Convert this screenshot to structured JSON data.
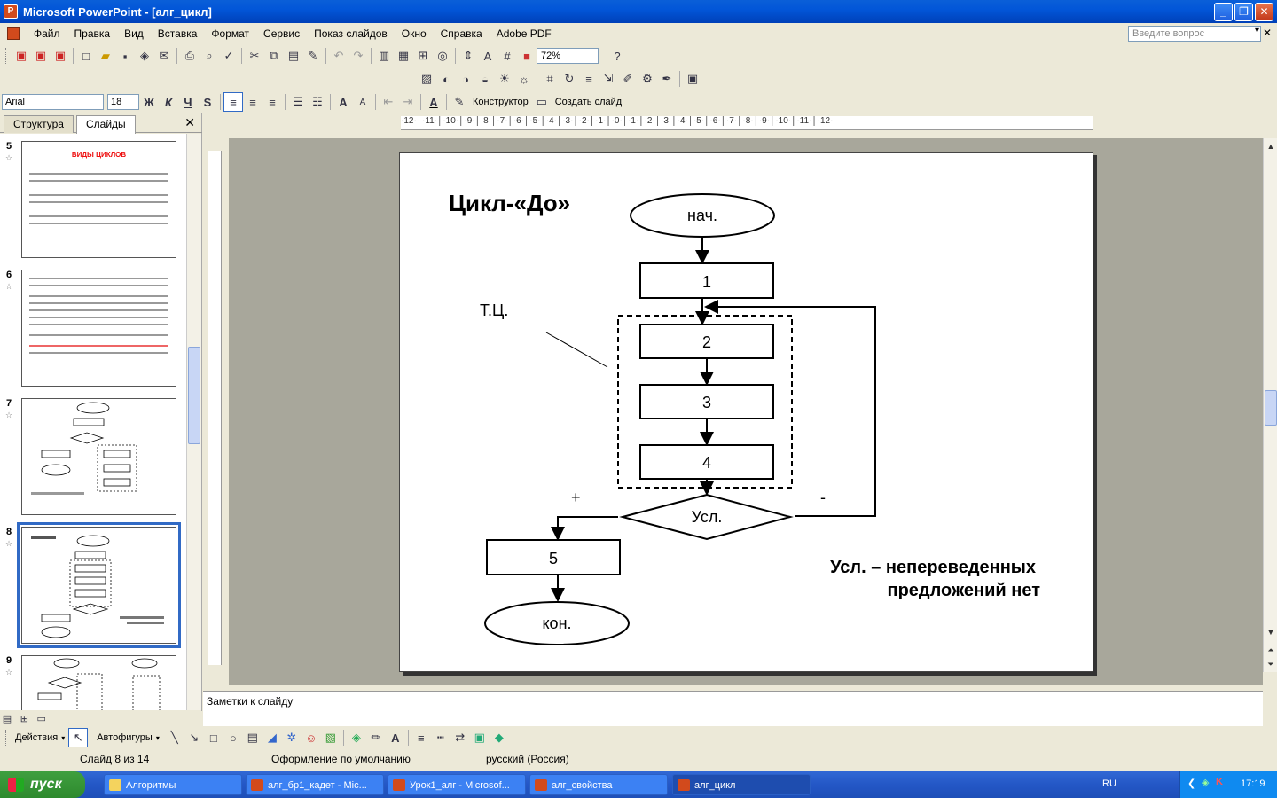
{
  "window": {
    "title": "Microsoft PowerPoint - [алг_цикл]"
  },
  "menu": {
    "items": [
      "Файл",
      "Правка",
      "Вид",
      "Вставка",
      "Формат",
      "Сервис",
      "Показ слайдов",
      "Окно",
      "Справка",
      "Adobe PDF"
    ],
    "ask_placeholder": "Введите вопрос"
  },
  "toolbar": {
    "zoom": "72%",
    "font": "Arial",
    "font_size": "18",
    "design_label": "Конструктор",
    "new_slide_label": "Создать слайд"
  },
  "panes": {
    "tab_structure": "Структура",
    "tab_slides": "Слайды"
  },
  "thumbnails": [
    {
      "num": "5",
      "title": "ВИДЫ ЦИКЛОВ"
    },
    {
      "num": "6",
      "title": ""
    },
    {
      "num": "7",
      "title": ""
    },
    {
      "num": "8",
      "title": ""
    },
    {
      "num": "9",
      "title": ""
    }
  ],
  "slide": {
    "title": "Цикл-«До»",
    "start": "нач.",
    "b1": "1",
    "b2": "2",
    "b3": "3",
    "b4": "4",
    "cond": "Усл.",
    "b5": "5",
    "end": "кон.",
    "tc_label": "Т.Ц.",
    "plus": "+",
    "minus": "-",
    "note_line1": "Усл. – непереведенных",
    "note_line2": "предложений нет"
  },
  "notes": {
    "placeholder": "Заметки к слайду"
  },
  "drawing": {
    "actions": "Действия",
    "autoshapes": "Автофигуры"
  },
  "status": {
    "slide_of": "Слайд 8 из 14",
    "design": "Оформление по умолчанию",
    "language": "русский (Россия)"
  },
  "taskbar": {
    "start": "пуск",
    "items": [
      "Алгоритмы",
      "алг_бр1_кадет - Mic...",
      "Урок1_алг - Microsof...",
      "алг_свойства",
      "алг_цикл"
    ],
    "lang": "RU",
    "time": "17:19"
  },
  "hruler_text": "·12·│·11·│·10·│·9·│·8·│·7·│·6·│·5·│·4·│·3·│·2·│·1·│·0·│·1·│·2·│·3·│·4·│·5·│·6·│·7·│·8·│·9·│·10·│·11·│·12·"
}
